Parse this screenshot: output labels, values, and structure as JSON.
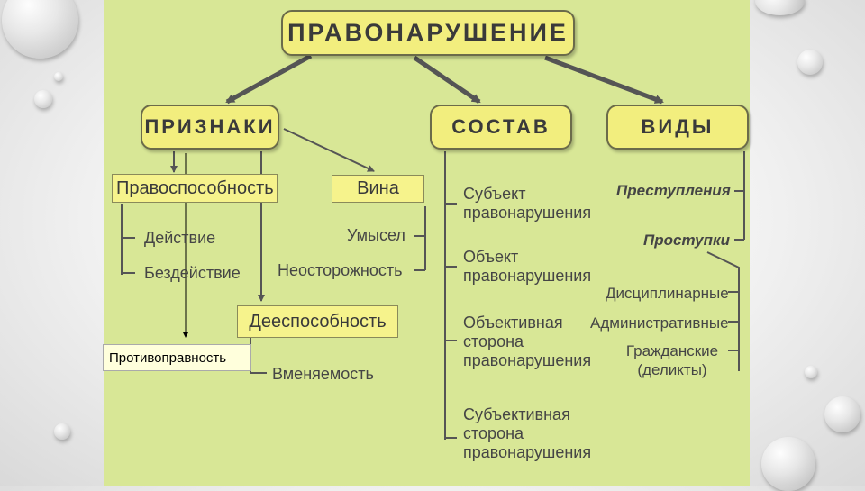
{
  "root": "ПРАВОНАРУШЕНИЕ",
  "branches": {
    "signs": "ПРИЗНАКИ",
    "composition": "СОСТАВ",
    "types": "ВИДЫ"
  },
  "signs": {
    "legal_capacity": "Правоспособность",
    "action": "Действие",
    "inaction": "Бездействие",
    "guilt": "Вина",
    "intent": "Умысел",
    "negligence": "Неосторожность",
    "dispositive_capacity": "Дееспособность",
    "unlawfulness": "Противоправность",
    "sanity": "Вменяемость"
  },
  "composition_items": [
    "Субъект правонарушения",
    "Объект правонарушения",
    "Объективная сторона правонарушения",
    "Субъективная сторона правонарушения"
  ],
  "types_items": {
    "crimes": "Преступления",
    "misdemeanors": "Проступки",
    "disciplinary": "Дисциплинарные",
    "administrative": "Административные",
    "civil": "Гражданские (деликты)"
  }
}
